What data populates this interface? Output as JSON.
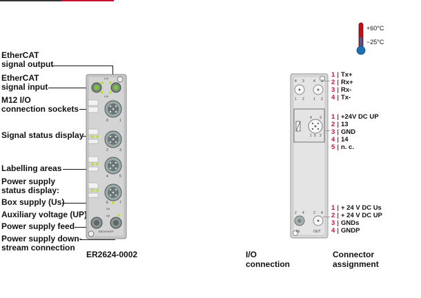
{
  "theme": {
    "accent_red": "#c8102e",
    "housing": "#c9c9c9",
    "led_green": "#b6e23a"
  },
  "labels": {
    "ethercat_output": [
      "EtherCAT",
      "signal output"
    ],
    "ethercat_input": [
      "EtherCAT",
      "signal input"
    ],
    "m12_sockets": [
      "M12 I/O",
      "connection sockets"
    ],
    "signal_status": "Signal status display",
    "labelling": "Labelling areas",
    "power_status": [
      "Power supply",
      "status display:"
    ],
    "box_supply": "Box supply (Us)",
    "aux_voltage": "Auxiliary voltage (UP)",
    "power_feed": "Power supply feed",
    "power_downstream": [
      "Power supply down-",
      "stream connection"
    ]
  },
  "product_name": "ER2624-0002",
  "module_text": {
    "brand": "BECKHOFF",
    "status_marks": [
      "L/A",
      "L/A"
    ],
    "channel_numbers": [
      "0",
      "1",
      "2",
      "3",
      "4",
      "5",
      "6",
      "7"
    ],
    "power_marks": [
      "Us",
      "Up"
    ]
  },
  "io_connection": {
    "caption": [
      "I/O",
      "connection"
    ],
    "socket_pins": [
      "4",
      "3",
      "1",
      "2",
      "5"
    ],
    "ethercat_pins": [
      "4",
      "3",
      "1",
      "2"
    ],
    "power_pins": [
      "2",
      "4",
      "1",
      "3"
    ],
    "power_in": "IN",
    "power_out": "OUT"
  },
  "connector_assignment": {
    "caption": [
      "Connector",
      "assignment"
    ],
    "ethercat": [
      {
        "pin": "1",
        "signal": "Tx+"
      },
      {
        "pin": "2",
        "signal": "Rx+"
      },
      {
        "pin": "3",
        "signal": "Rx-"
      },
      {
        "pin": "4",
        "signal": "Tx-"
      }
    ],
    "io": [
      {
        "pin": "1",
        "signal": "+24V DC UP"
      },
      {
        "pin": "2",
        "signal": "13"
      },
      {
        "pin": "3",
        "signal": "GND"
      },
      {
        "pin": "4",
        "signal": "14"
      },
      {
        "pin": "5",
        "signal": "n. c."
      }
    ],
    "power": [
      {
        "pin": "1",
        "signal": "+ 24 V DC Us"
      },
      {
        "pin": "2",
        "signal": "+ 24 V DC UP"
      },
      {
        "pin": "3",
        "signal": "GNDs"
      },
      {
        "pin": "4",
        "signal": "GNDP"
      }
    ]
  },
  "temperature": {
    "max": "+60°C",
    "min": "−25°C"
  }
}
